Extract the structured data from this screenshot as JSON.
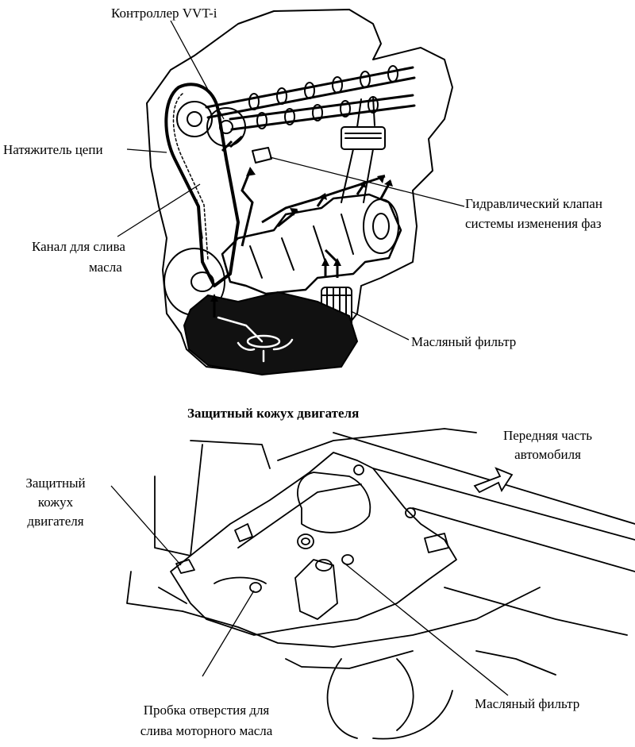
{
  "top_diagram": {
    "labels": {
      "vvt_controller": "Контроллер VVT-i",
      "chain_tensioner": "Натяжитель цепи",
      "drain_channel_l1": "Канал для слива",
      "drain_channel_l2": "масла",
      "ocv_l1": "Гидравлический клапан",
      "ocv_l2": "системы изменения фаз",
      "oil_filter": "Масляный фильтр"
    }
  },
  "bottom_diagram": {
    "title": "Защитный кожух двигателя",
    "labels": {
      "front_l1": "Передняя часть",
      "front_l2": "автомобиля",
      "cover_l1": "Защитный",
      "cover_l2": "кожух",
      "cover_l3": "двигателя",
      "plug_l1": "Пробка отверстия для",
      "plug_l2": "слива моторного масла",
      "oil_filter": "Масляный фильтр"
    }
  }
}
